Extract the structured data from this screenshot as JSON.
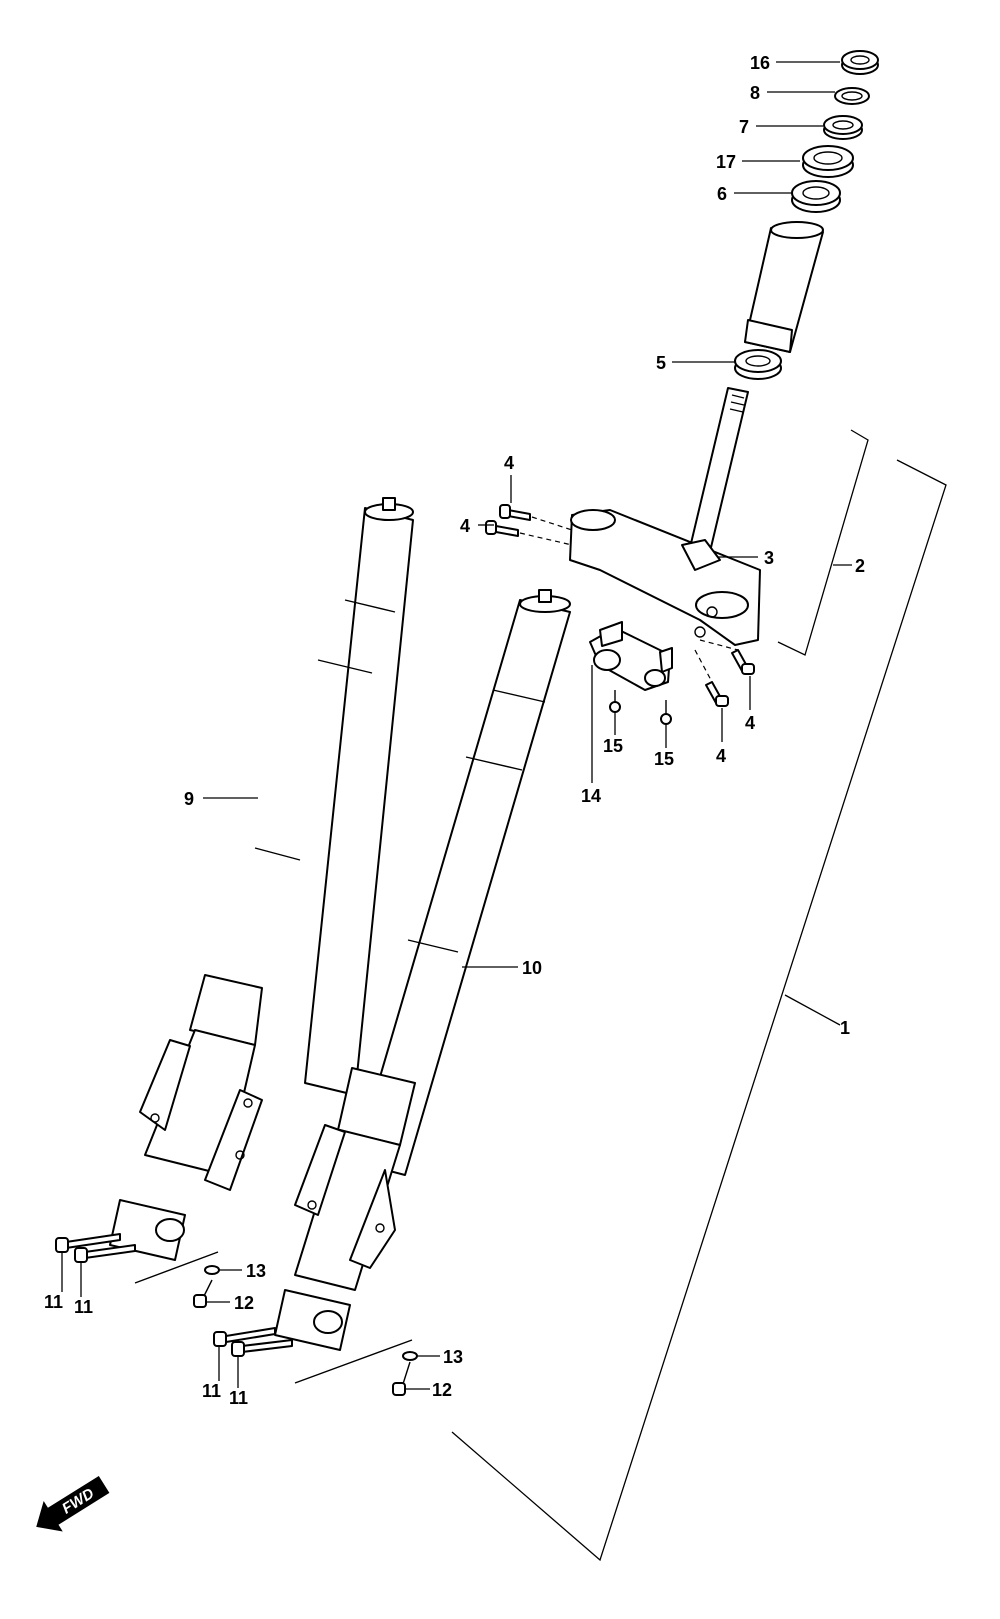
{
  "diagram": {
    "labels": {
      "l16": "16",
      "l8": "8",
      "l7": "7",
      "l17": "17",
      "l6": "6",
      "l5": "5",
      "l4a": "4",
      "l4b": "4",
      "l4c": "4",
      "l4d": "4",
      "l3": "3",
      "l2": "2",
      "l1": "1",
      "l9": "9",
      "l10": "10",
      "l14": "14",
      "l15a": "15",
      "l15b": "15",
      "l11a": "11",
      "l11b": "11",
      "l11c": "11",
      "l11d": "11",
      "l12a": "12",
      "l12b": "12",
      "l13a": "13",
      "l13b": "13"
    },
    "direction_badge": "FWD"
  }
}
